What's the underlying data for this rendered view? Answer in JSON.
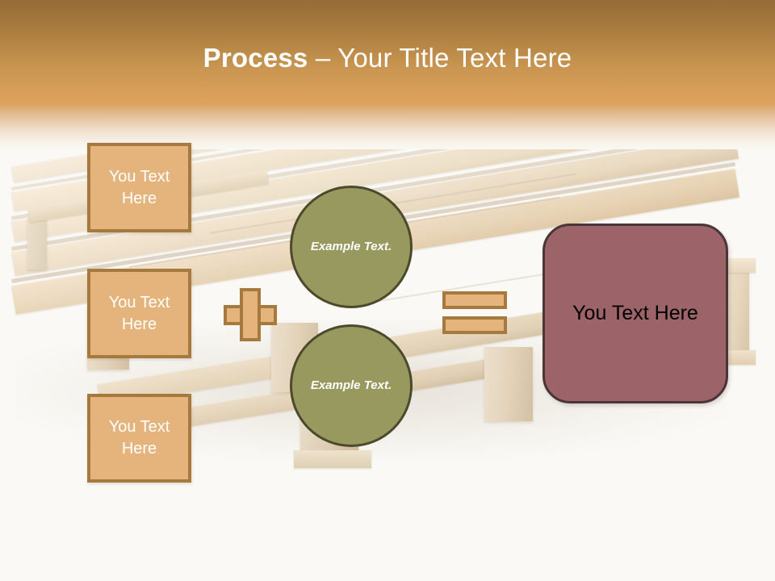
{
  "slide": {
    "title_bold": "Process",
    "title_rest": " – Your Title Text Here",
    "background_color": "#faf9f5"
  },
  "header": {
    "gradient_top": "#956c35",
    "gradient_bottom": "#dca35d",
    "title_color": "#ffffff"
  },
  "inputs": {
    "boxes": [
      {
        "label": "You Text Here"
      },
      {
        "label": "You Text Here"
      },
      {
        "label": "You Text Here"
      }
    ],
    "fill_color": "#e5b47c",
    "border_color": "#a6793f",
    "text_color": "#ffffff"
  },
  "operators": {
    "plus": "+",
    "equals": "=",
    "fill_color": "#e5b47c",
    "border_color": "#a6793f"
  },
  "circles": [
    {
      "label": "Example Text."
    },
    {
      "label": "Example Text."
    }
  ],
  "circle_style": {
    "fill_color": "#97995f",
    "border_color": "#4b4a2c",
    "text_color": "#ffffff"
  },
  "result": {
    "label": "You Text Here",
    "fill_color": "#9c6468",
    "border_color": "#4a3538",
    "text_color": "#000000"
  },
  "background_image": {
    "subject": "wooden-pallet-photo"
  }
}
